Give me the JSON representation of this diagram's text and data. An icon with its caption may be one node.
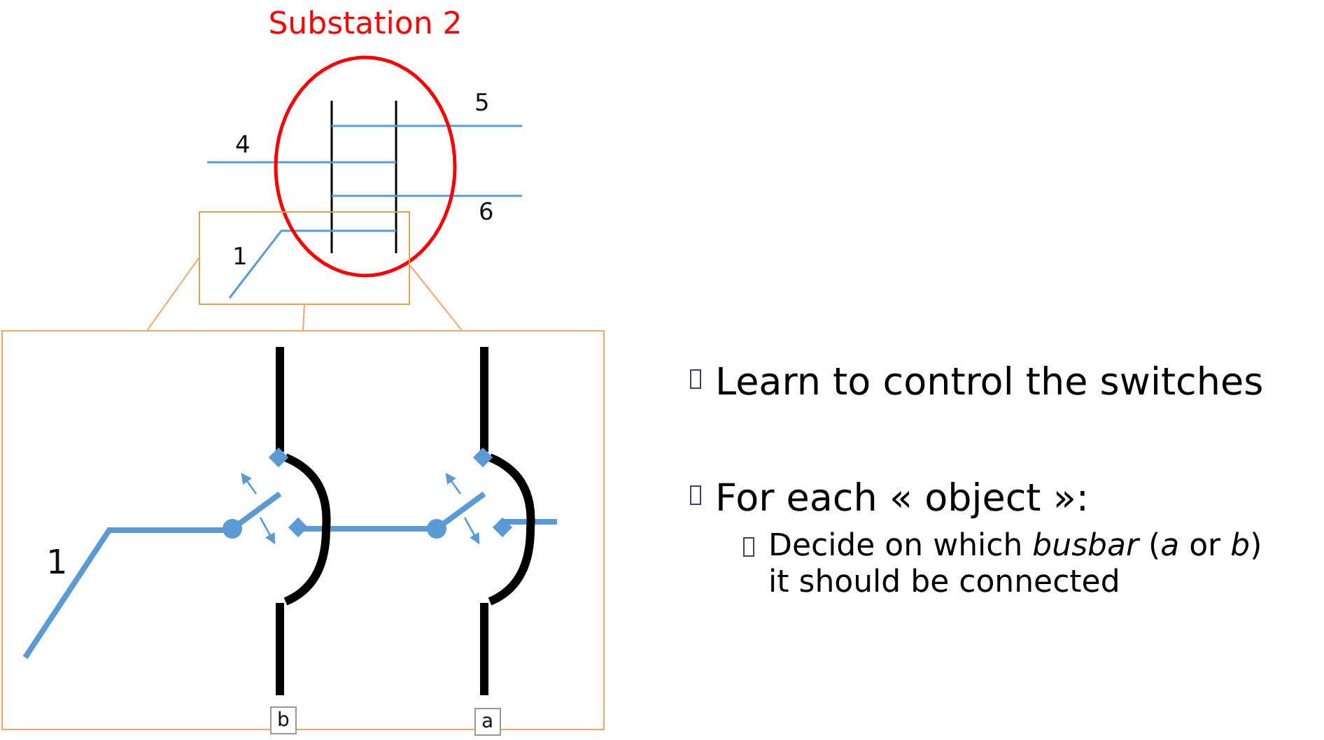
{
  "diagram": {
    "nodes": [
      {
        "text": [
          "Substation 2"
        ]
      },
      {
        "text": [],
        "shape": "box"
      },
      {
        "text": [],
        "shape": "box"
      }
    ],
    "edges": [
      {
        "from": 1,
        "to": 2,
        "arrow": "none",
        "color": "#f4a46a"
      },
      {
        "from": 1,
        "to": 2,
        "arrow": "none",
        "color": "#f4a46a"
      },
      {
        "from": 1,
        "to": 2,
        "arrow": "none",
        "color": "#f4a46a"
      }
    ],
    "labels": [
      "5",
      "4",
      "6",
      "1",
      "1",
      "b",
      "a",
      "Learn to control the switches",
      "For each « object »:",
      "Decide on which *busbar* (*a* or *b*) it should be connected"
    ]
  }
}
